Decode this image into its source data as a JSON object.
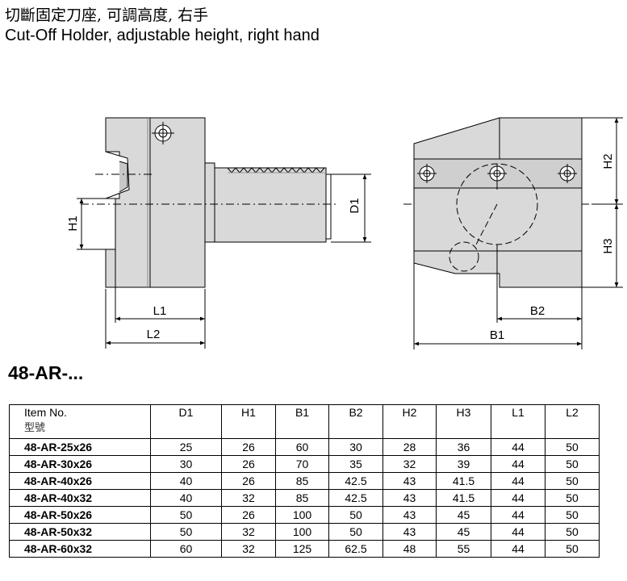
{
  "title": {
    "zh": "切斷固定刀座, 可調高度, 右手",
    "en": "Cut-Off Holder, adjustable height, right hand"
  },
  "drawing_labels": {
    "h1": "H1",
    "d1": "D1",
    "l1": "L1",
    "l2": "L2",
    "h2": "H2",
    "h3": "H3",
    "b2": "B2",
    "b1": "B1"
  },
  "series_code": "48-AR-...",
  "table": {
    "header_item": "Item No.",
    "header_item_zh": "型號",
    "columns": [
      "D1",
      "H1",
      "B1",
      "B2",
      "H2",
      "H3",
      "L1",
      "L2"
    ],
    "rows": [
      {
        "item": "48-AR-25x26",
        "values": [
          "25",
          "26",
          "60",
          "30",
          "28",
          "36",
          "44",
          "50"
        ]
      },
      {
        "item": "48-AR-30x26",
        "values": [
          "30",
          "26",
          "70",
          "35",
          "32",
          "39",
          "44",
          "50"
        ]
      },
      {
        "item": "48-AR-40x26",
        "values": [
          "40",
          "26",
          "85",
          "42.5",
          "43",
          "41.5",
          "44",
          "50"
        ]
      },
      {
        "item": "48-AR-40x32",
        "values": [
          "40",
          "32",
          "85",
          "42.5",
          "43",
          "41.5",
          "44",
          "50"
        ]
      },
      {
        "item": "48-AR-50x26",
        "values": [
          "50",
          "26",
          "100",
          "50",
          "43",
          "45",
          "44",
          "50"
        ]
      },
      {
        "item": "48-AR-50x32",
        "values": [
          "50",
          "32",
          "100",
          "50",
          "43",
          "45",
          "44",
          "50"
        ]
      },
      {
        "item": "48-AR-60x32",
        "values": [
          "60",
          "32",
          "125",
          "62.5",
          "48",
          "55",
          "44",
          "50"
        ]
      }
    ]
  }
}
